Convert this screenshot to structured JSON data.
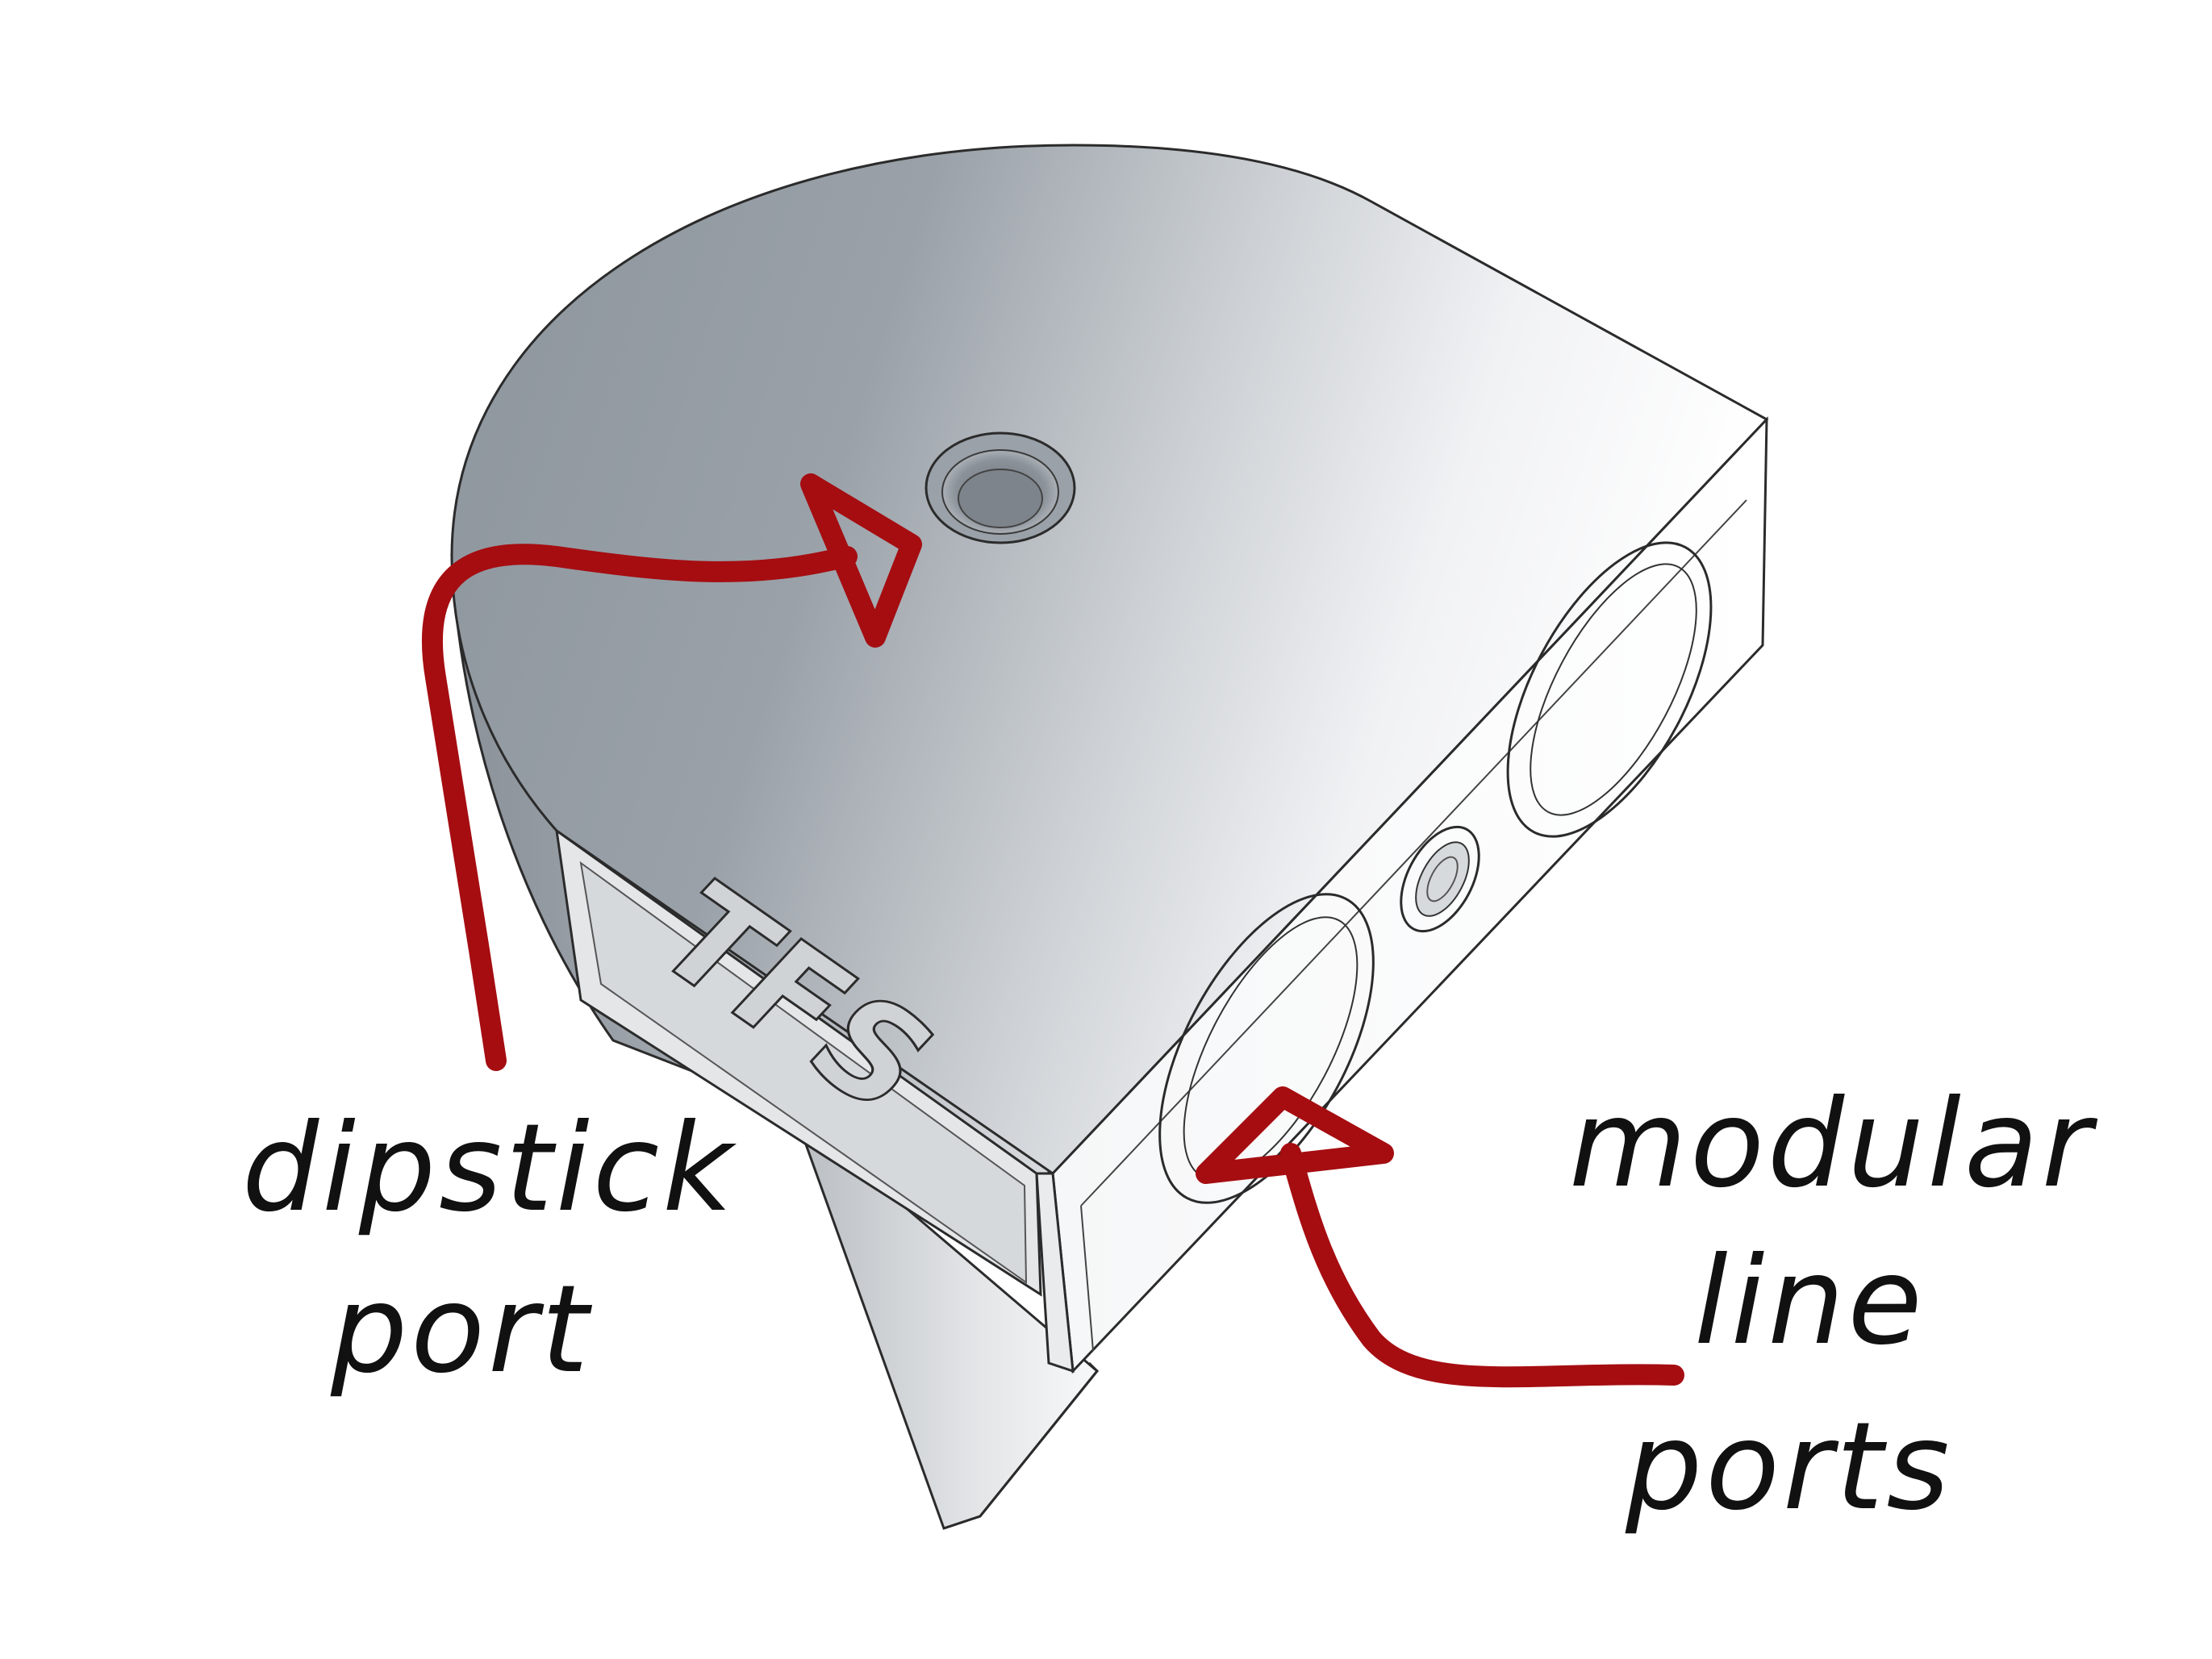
{
  "labels": {
    "dipstick": [
      "dipstick",
      "port"
    ],
    "modular": [
      "modular",
      "line",
      "ports"
    ],
    "logo": "TFS"
  },
  "colors": {
    "arrow": "#a50d11",
    "body_light": "#f2f3f5",
    "body_mid": "#b9bec4",
    "body_dark": "#8c949c",
    "edge": "#2b2b2b"
  }
}
